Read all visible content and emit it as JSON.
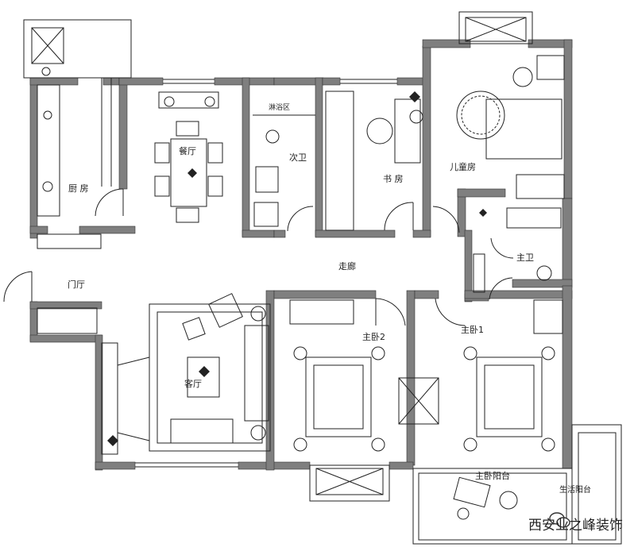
{
  "rooms": {
    "kitchen": "厨 房",
    "dining": "餐厅",
    "bath_label": "淋浴区",
    "second_bath": "次卫",
    "study": "书 房",
    "kids_room": "儿童房",
    "master_bath": "主卫",
    "foyer": "门厅",
    "corridor": "走廊",
    "living": "客厅",
    "master2": "主卧2",
    "master1": "主卧1",
    "master_balcony": "主卧阳台",
    "service_balcony": "生活阳台"
  },
  "watermark": "西安业之峰装饰",
  "colors": {
    "wall": "#7f7f7f",
    "line": "#222222",
    "background": "#ffffff"
  }
}
